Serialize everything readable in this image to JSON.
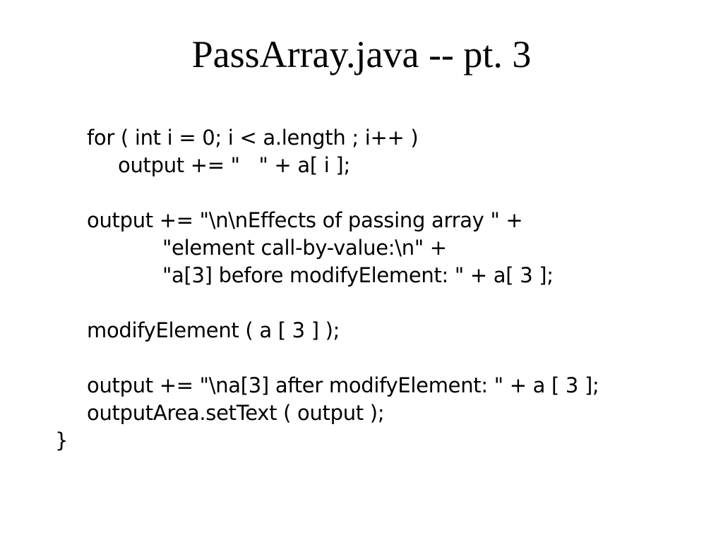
{
  "slide": {
    "title": "PassArray.java -- pt. 3",
    "code_lines": [
      "for ( int i = 0; i < a.length ; i++ )",
      "output += \"   \" + a[ i ];",
      "output += \"\\n\\nEffects of passing array \" +",
      "\"element call-by-value:\\n\" +",
      "\"a[3] before modifyElement: \" + a[ 3 ];",
      "modifyElement ( a [ 3 ] );",
      "output += \"\\na[3] after modifyElement: \" + a [ 3 ];",
      "outputArea.setText ( output );",
      "}"
    ]
  }
}
